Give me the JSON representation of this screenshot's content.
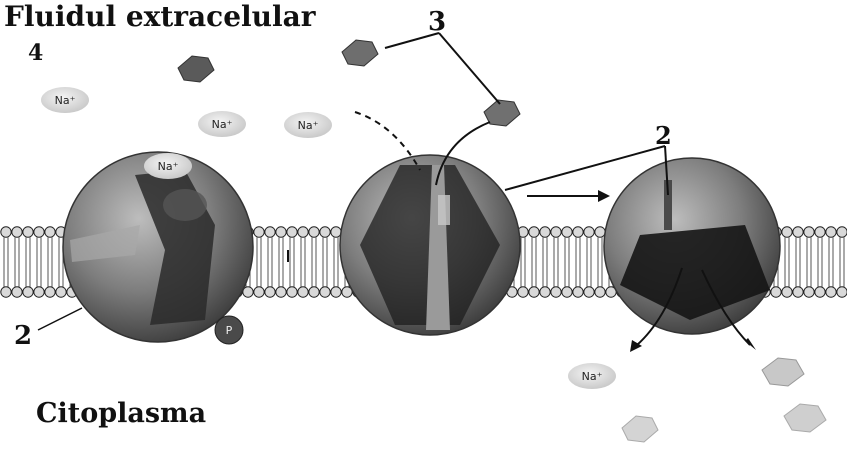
{
  "labels": {
    "title": "Fluidul extracelular",
    "bottom": "Citoplasma",
    "num_top": "3",
    "num_left": "4",
    "num_right": "2",
    "num_bottom": "2",
    "sodium": "Na⁺",
    "phosphate": "P"
  },
  "colors": {
    "membrane_head": "#d9d9d9",
    "protein": "#8a8a8a",
    "protein_dark": "#1e1e1e",
    "ion_fill": "#e2e2e2",
    "glucose_dark": "#6e6e6e",
    "glucose_light": "#d2d2d2"
  }
}
